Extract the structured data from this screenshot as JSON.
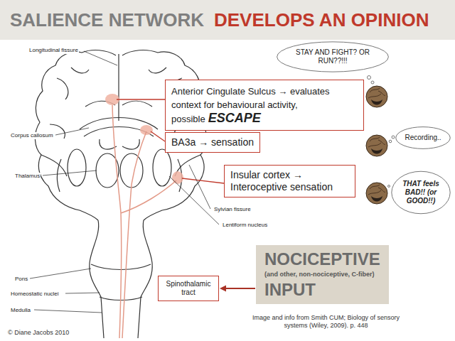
{
  "diagram": {
    "title": "SALIENCE NETWORK",
    "nodes": [
      {
        "text": [
          "STAY AND FIGHT? OR RUN??!!!"
        ]
      },
      {
        "text": [
          "Anterior Cingulate Sulcus → evaluates context for behavioural activity, possible",
          "ESCAPE"
        ]
      },
      {
        "text": [
          "BA3a → sensation"
        ]
      },
      {
        "text": [
          "Recording.."
        ]
      },
      {
        "text": [
          "Insular cortex → Interoceptive sensation"
        ]
      },
      {
        "text": [
          "THAT feels BAD!! (or GOOD!!)"
        ]
      },
      {
        "text": [
          "NOCICEPTIVE",
          "(and other, non-nociceptive, C-fiber)",
          "INPUT"
        ]
      },
      {
        "text": [
          "Spinothalamic tract"
        ]
      }
    ],
    "edges": [
      {
        "from": 6,
        "to": 7,
        "arrow": "to"
      }
    ],
    "labels": [
      "DEVELOPS AN OPINION",
      "Longitudinal fissure",
      "Corpus callosum",
      "Thalamus",
      "Sylvian fissure",
      "Lentiform nucleus",
      "Pons",
      "Homeostatic nuclei",
      "Medulla",
      "Image and info from Smith CUM; Biology of sensory systems (Wiley, 2009). p. 448",
      "© Diane Jacobs 2010"
    ]
  }
}
